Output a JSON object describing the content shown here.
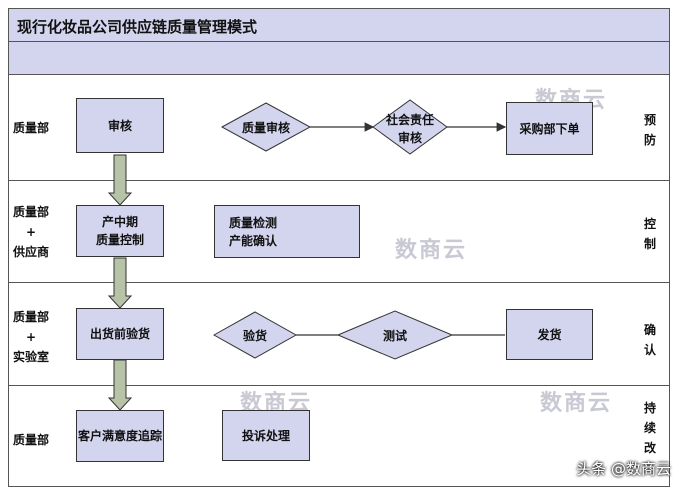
{
  "title": "现行化妆品公司供应链质量管理模式",
  "lanes": [
    {
      "label_lines": [
        "质量部"
      ],
      "phase": [
        "预",
        "防"
      ]
    },
    {
      "label_lines": [
        "质量部",
        "+",
        "供应商"
      ],
      "phase": [
        "控",
        "制"
      ]
    },
    {
      "label_lines": [
        "质量部",
        "+",
        "实验室"
      ],
      "phase": [
        "确",
        "认"
      ]
    },
    {
      "label_lines": [
        "质量部"
      ],
      "phase": [
        "持",
        "续",
        "改"
      ]
    }
  ],
  "nodes": {
    "audit": "审核",
    "quality_audit": "质量审核",
    "social_responsibility": [
      "社会责任",
      "审核"
    ],
    "purchasing_order": "采购部下单",
    "in_production": [
      "产中期",
      "质量控制"
    ],
    "quality_testing": [
      "质量检测",
      "产能确认"
    ],
    "pre_shipment": "出货前验货",
    "inspection": "验货",
    "testing": "测试",
    "shipping": "发货",
    "customer_satisfaction": "客户满意度追踪",
    "complaint_handling": "投诉处理"
  },
  "watermark": "数商云",
  "credit": "头条 @数商云",
  "colors": {
    "box_fill": "#d3d5ee",
    "arrow_fill": "#b7c3a6",
    "line": "#333333"
  }
}
